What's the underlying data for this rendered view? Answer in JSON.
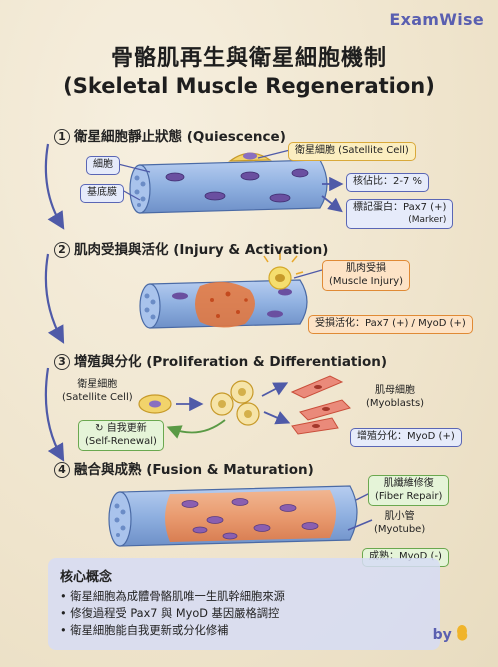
{
  "brand": "ExamWise",
  "title": {
    "zh": "骨骼肌再生與衛星細胞機制",
    "en": "(Skeletal Muscle Regeneration)"
  },
  "steps": [
    {
      "num": "1",
      "title": "衛星細胞靜止狀態 (Quiescence)",
      "labels": {
        "cell": "細胞",
        "basement": "基底膜",
        "satellite": "衛星細胞 (Satellite Cell)",
        "ratio": "核佔比：2-7 %",
        "marker_main": "標記蛋白：Pax7 (+)",
        "marker_sub": "(Marker)"
      }
    },
    {
      "num": "2",
      "title": "肌肉受損與活化 (Injury & Activation)",
      "labels": {
        "injury_zh": "肌肉受損",
        "injury_en": "(Muscle Injury)",
        "activation": "受損活化：Pax7 (+) / MyoD (+)"
      }
    },
    {
      "num": "3",
      "title": "增殖與分化 (Proliferation & Differentiation)",
      "labels": {
        "satellite_zh": "衛星細胞",
        "satellite_en": "(Satellite Cell)",
        "renewal_zh": "自我更新",
        "renewal_en": "(Self-Renewal)",
        "myoblast_zh": "肌母細胞",
        "myoblast_en": "(Myoblasts)",
        "proliferation": "增殖分化：MyoD (+)"
      }
    },
    {
      "num": "4",
      "title": "融合與成熟 (Fusion & Maturation)",
      "labels": {
        "repair_zh": "肌纖維修復",
        "repair_en": "(Fiber Repair)",
        "myotube_zh": "肌小管",
        "myotube_en": "(Myotube)",
        "maturation": "成熟：MyoD (-)"
      }
    }
  ],
  "concept": {
    "heading": "核心概念",
    "points": [
      "衛星細胞為成體骨骼肌唯一生肌幹細胞來源",
      "修復過程受 Pax7 與 MyoD 基因嚴格調控",
      "衛星細胞能自我更新或分化修補"
    ]
  },
  "footer": {
    "by": "by"
  },
  "colors": {
    "fiber_blue": "#8fb0e0",
    "satellite_yellow": "#f2d36b",
    "injury_orange": "#e8773a",
    "myoblast_red": "#ea8a7a",
    "accent": "#5a5fb0"
  }
}
